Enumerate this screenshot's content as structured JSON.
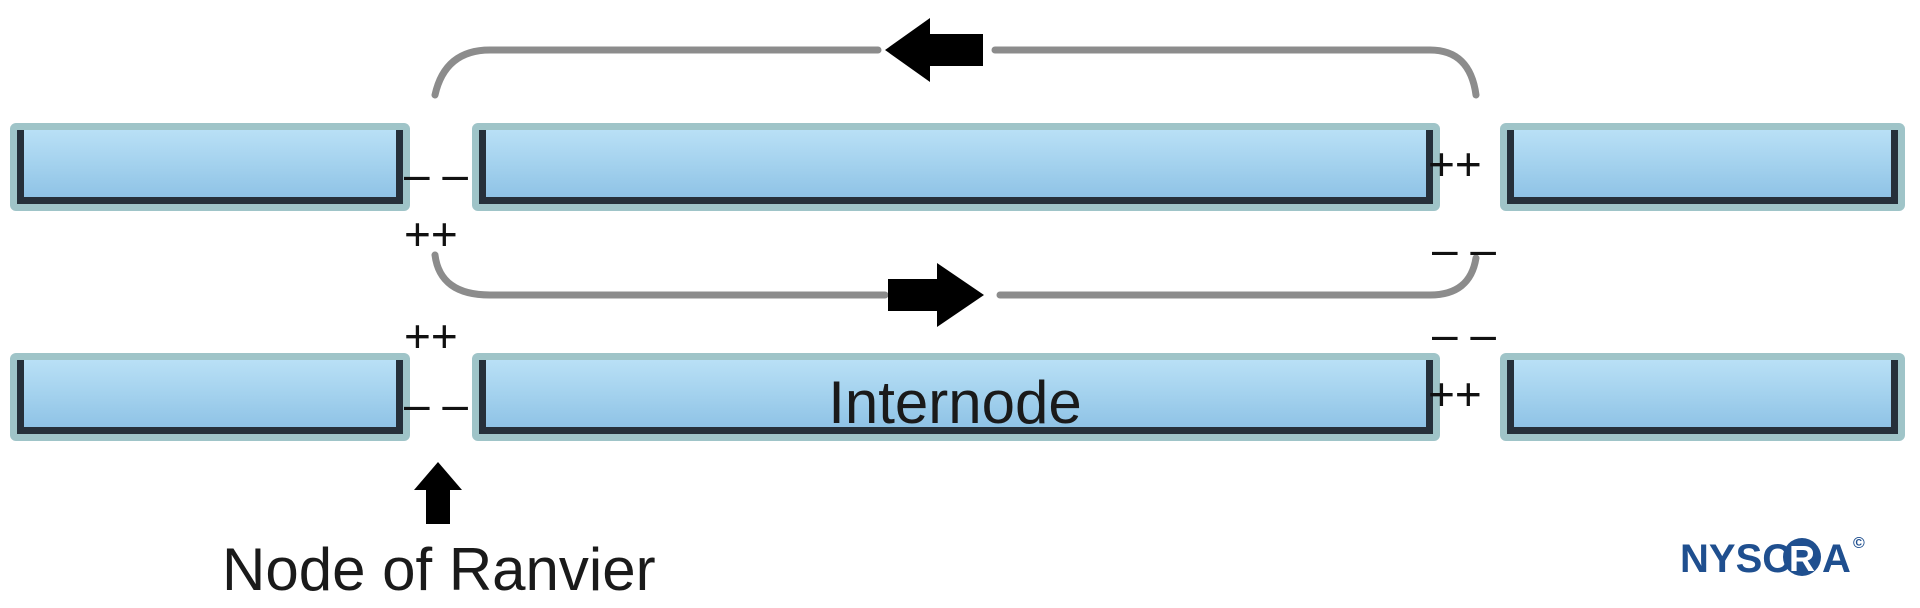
{
  "labels": {
    "internode": "Internode",
    "node_of_ranvier": "Node of Ranvier"
  },
  "charges": {
    "top_left_node_inside": "– –",
    "top_left_node_outside": "++",
    "top_right_node_inside": "++",
    "top_right_node_outside": "– –",
    "bottom_left_node_outside": "++",
    "bottom_left_node_inside": "– –",
    "bottom_right_node_outside": "– –",
    "bottom_right_node_inside": "++"
  },
  "logo": {
    "text_left": "NYSO",
    "text_circle": "R",
    "text_right": "A",
    "copyright": "©"
  },
  "colors": {
    "segment_fill": "#a9d4ee",
    "segment_border": "#9fc4c8",
    "current_loop": "#8c8c8c",
    "arrow": "#000000",
    "logo": "#1f4f8f"
  }
}
